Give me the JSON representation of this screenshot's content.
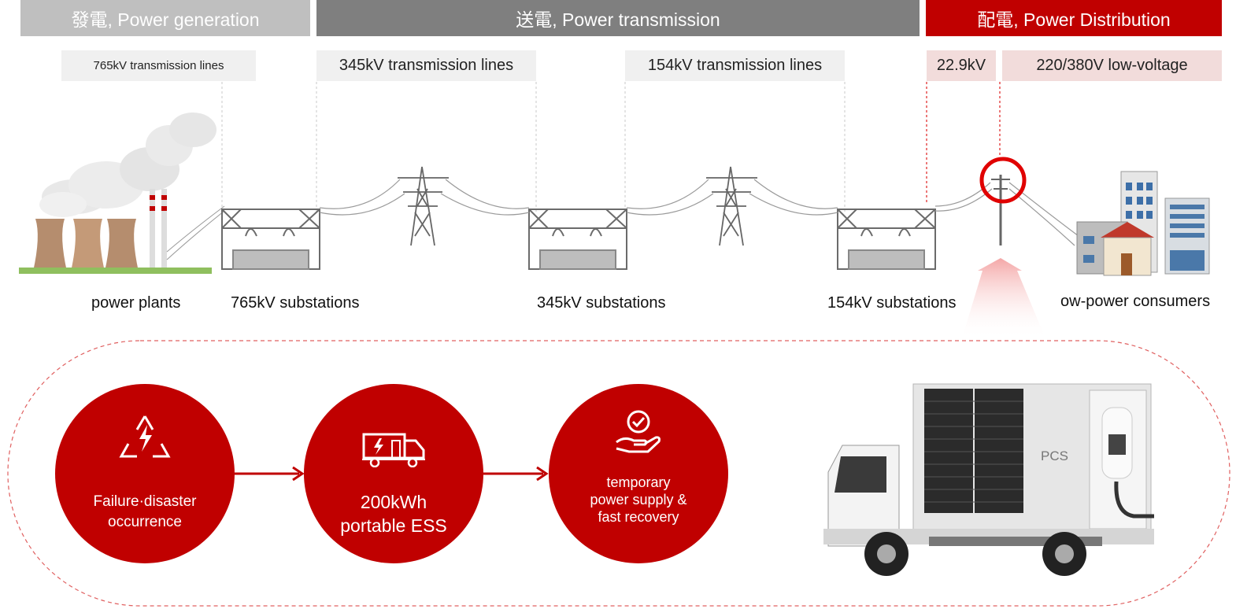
{
  "headers": {
    "generation": "發電, Power generation",
    "transmission": "送電, Power transmission",
    "distribution": "配電, Power Distribution"
  },
  "line_tags": {
    "kv765": "765kV transmission lines",
    "kv345": "345kV transmission  lines",
    "kv154": "154kV transmission  lines",
    "kv22": "22.9kV",
    "low": "220/380V low-voltage"
  },
  "stage_labels": {
    "plants": "power  plants",
    "sub765": "765kV substations",
    "sub345": "345kV substations",
    "sub154": "154kV substations",
    "consumers": "ow-power  consumers"
  },
  "process": {
    "step1": {
      "line1": "Failure·disaster",
      "line2": "occurrence",
      "icon": "warning-lightning-icon"
    },
    "step2": {
      "line1": "200kWh",
      "line2": "portable  ESS",
      "icon": "ess-truck-icon"
    },
    "step3": {
      "line1": "temporary",
      "line2": "power supply &",
      "line3": "fast recovery",
      "icon": "hand-check-icon"
    }
  },
  "truck": {
    "panel_label": "PCS"
  },
  "colors": {
    "generation_header": "#bfbfbf",
    "transmission_header": "#7f7f7f",
    "distribution_header": "#c00000",
    "accent_red": "#c00000",
    "tag_gray": "#f0f0f0",
    "tag_pink": "#f2dcdb"
  }
}
